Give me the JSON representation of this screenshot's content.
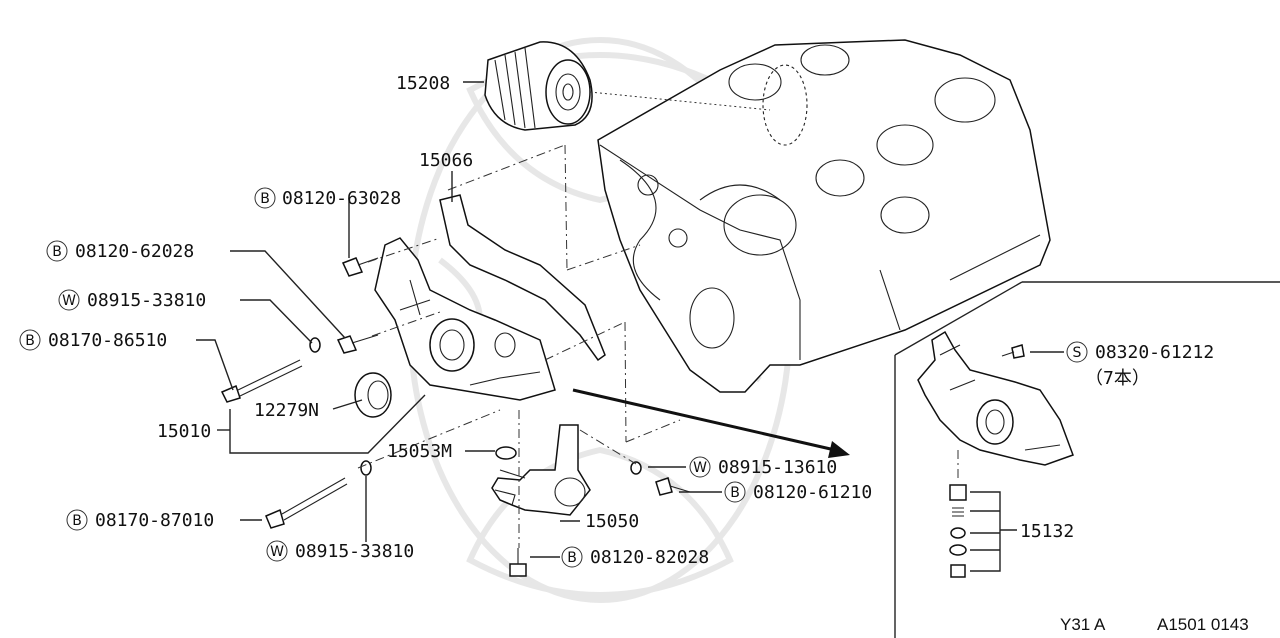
{
  "labels": {
    "oil_filter": "15208",
    "gasket": "15066",
    "bolt_top": "08120-63028",
    "bolt_upper": "08120-62028",
    "washer_upper": "08915-33810",
    "bolt_long_upper": "08170-86510",
    "seal": "12279N",
    "pump_assy": "15010",
    "oring": "15053M",
    "bolt_long_lower": "08170-87010",
    "washer_lower": "08915-33810",
    "strainer": "15050",
    "bolt_strainer": "08120-82028",
    "washer_right": "08915-13610",
    "bolt_right": "08120-61210",
    "screw_inset": "08320-61212",
    "screw_qty": "（7本）",
    "relief_valve": "15132"
  },
  "symbols": {
    "b": "B",
    "w": "W",
    "s": "S"
  },
  "footer": {
    "model": "Y31 A",
    "code": "A1501 0143"
  }
}
